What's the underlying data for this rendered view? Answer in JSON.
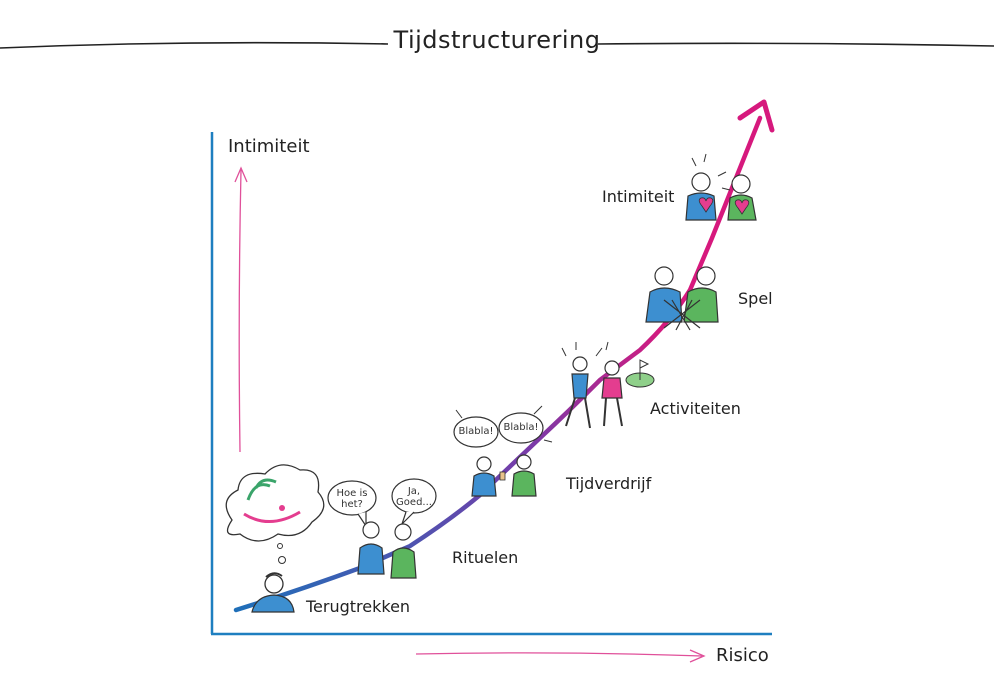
{
  "title": "Tijdstructurering",
  "axes": {
    "y_label": "Intimiteit",
    "x_label": "Risico"
  },
  "stages": [
    {
      "label": "Terugtrekken"
    },
    {
      "label": "Rituelen"
    },
    {
      "label": "Tijdverdrijf"
    },
    {
      "label": "Activiteiten"
    },
    {
      "label": "Spel"
    },
    {
      "label": "Intimiteit"
    }
  ],
  "speech_bubbles": {
    "rituelen_left": "Hoe is\nhet?",
    "rituelen_right": "Ja,\nGoed...",
    "tijdverdrijf_left": "Blabla!",
    "tijdverdrijf_right": "Blabla!"
  },
  "colors": {
    "axis": "#1e7fc0",
    "axis_arrow": "#e0509a",
    "curve_start": "#1f6fb8",
    "curve_mid": "#7a3aa8",
    "curve_end": "#d6197d",
    "person_blue": "#3d8fd0",
    "person_green": "#5bb55e",
    "person_pink": "#e43d8f",
    "ink": "#222222"
  }
}
